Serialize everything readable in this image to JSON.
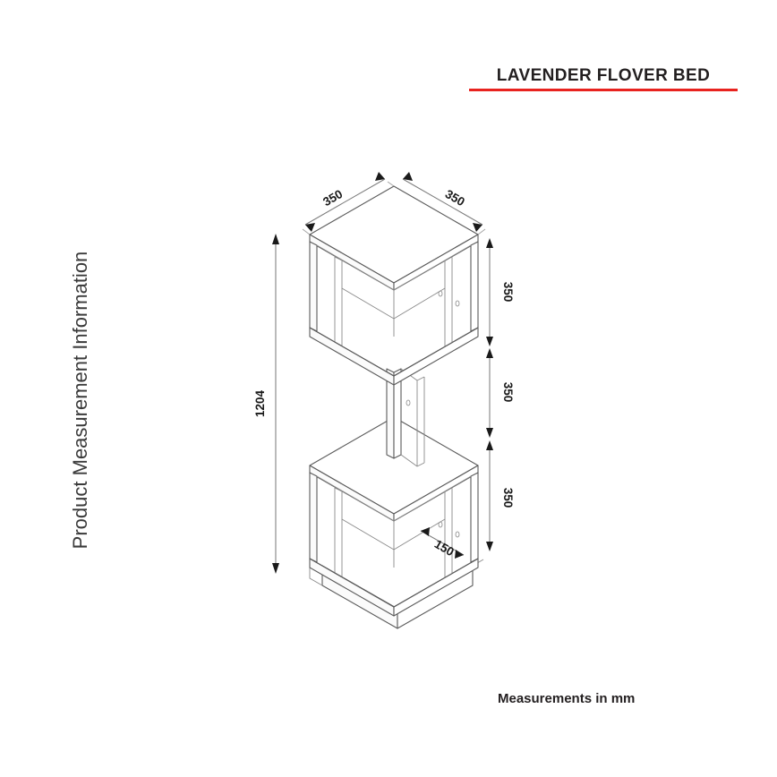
{
  "page": {
    "title": "LAVENDER FLOVER BED",
    "side_caption": "Product Measurement Information",
    "footer_note": "Measurements in mm",
    "accent_color": "#e8231f",
    "line_color": "#5b5b5b",
    "text_color": "#231f20"
  },
  "title_block": {
    "label": "LAVENDER FLOVER BED",
    "rule_color": "#e8231f"
  },
  "dimensions": {
    "top_left_depth": "350",
    "top_right_width": "350",
    "upper_cube_height": "350",
    "middle_span_height": "350",
    "lower_cube_height": "350",
    "plinth_depth": "150",
    "total_height": "1204",
    "unit_note": "Measurements in mm"
  },
  "drawing": {
    "view": "isometric",
    "product": "two-cube stacked shelf unit with plinth base",
    "components": [
      {
        "name": "upper-cube",
        "height_mm": "350",
        "width_mm": "350",
        "depth_mm": "350"
      },
      {
        "name": "middle-connector",
        "height_mm": "350"
      },
      {
        "name": "lower-cube",
        "height_mm": "350",
        "width_mm": "350",
        "depth_mm": "350"
      },
      {
        "name": "plinth-base",
        "depth_mm": "150"
      }
    ],
    "overall_height_mm": "1204"
  }
}
